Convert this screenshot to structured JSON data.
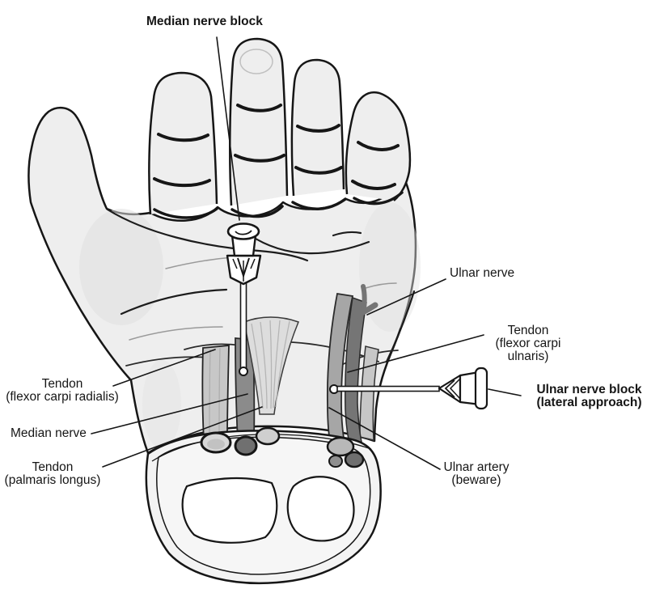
{
  "labels": {
    "median_nerve_block": {
      "text": "Median nerve block"
    },
    "ulnar_nerve": {
      "text": "Ulnar nerve"
    },
    "tendon_flexor_carpi_ulnaris": {
      "line1": "Tendon",
      "line2": "(flexor carpi ulnaris)"
    },
    "ulnar_nerve_block": {
      "line1": "Ulnar nerve block",
      "line2": "(lateral approach)"
    },
    "ulnar_artery": {
      "line1": "Ulnar artery",
      "line2": "(beware)"
    },
    "tendon_palmaris_longus": {
      "line1": "Tendon",
      "line2": "(palmaris longus)"
    },
    "median_nerve": {
      "text": "Median nerve"
    },
    "tendon_flexor_carpi_radialis": {
      "line1": "Tendon",
      "line2": "(flexor carpi radialis)"
    }
  },
  "colors": {
    "line": "#161616",
    "skin": "#eeeeee",
    "skin_shade": "#e0e0e0",
    "tendon": "#c7c7c7",
    "palmar_aponeurosis": "#dddddd",
    "median_nerve_fill": "#8b8b8b",
    "ulnar_nerve_fill": "#757575",
    "artery": "#a6a6a6",
    "cut_surface": "#f3f3f3",
    "bone": "#ffffff",
    "background": "#ffffff"
  }
}
